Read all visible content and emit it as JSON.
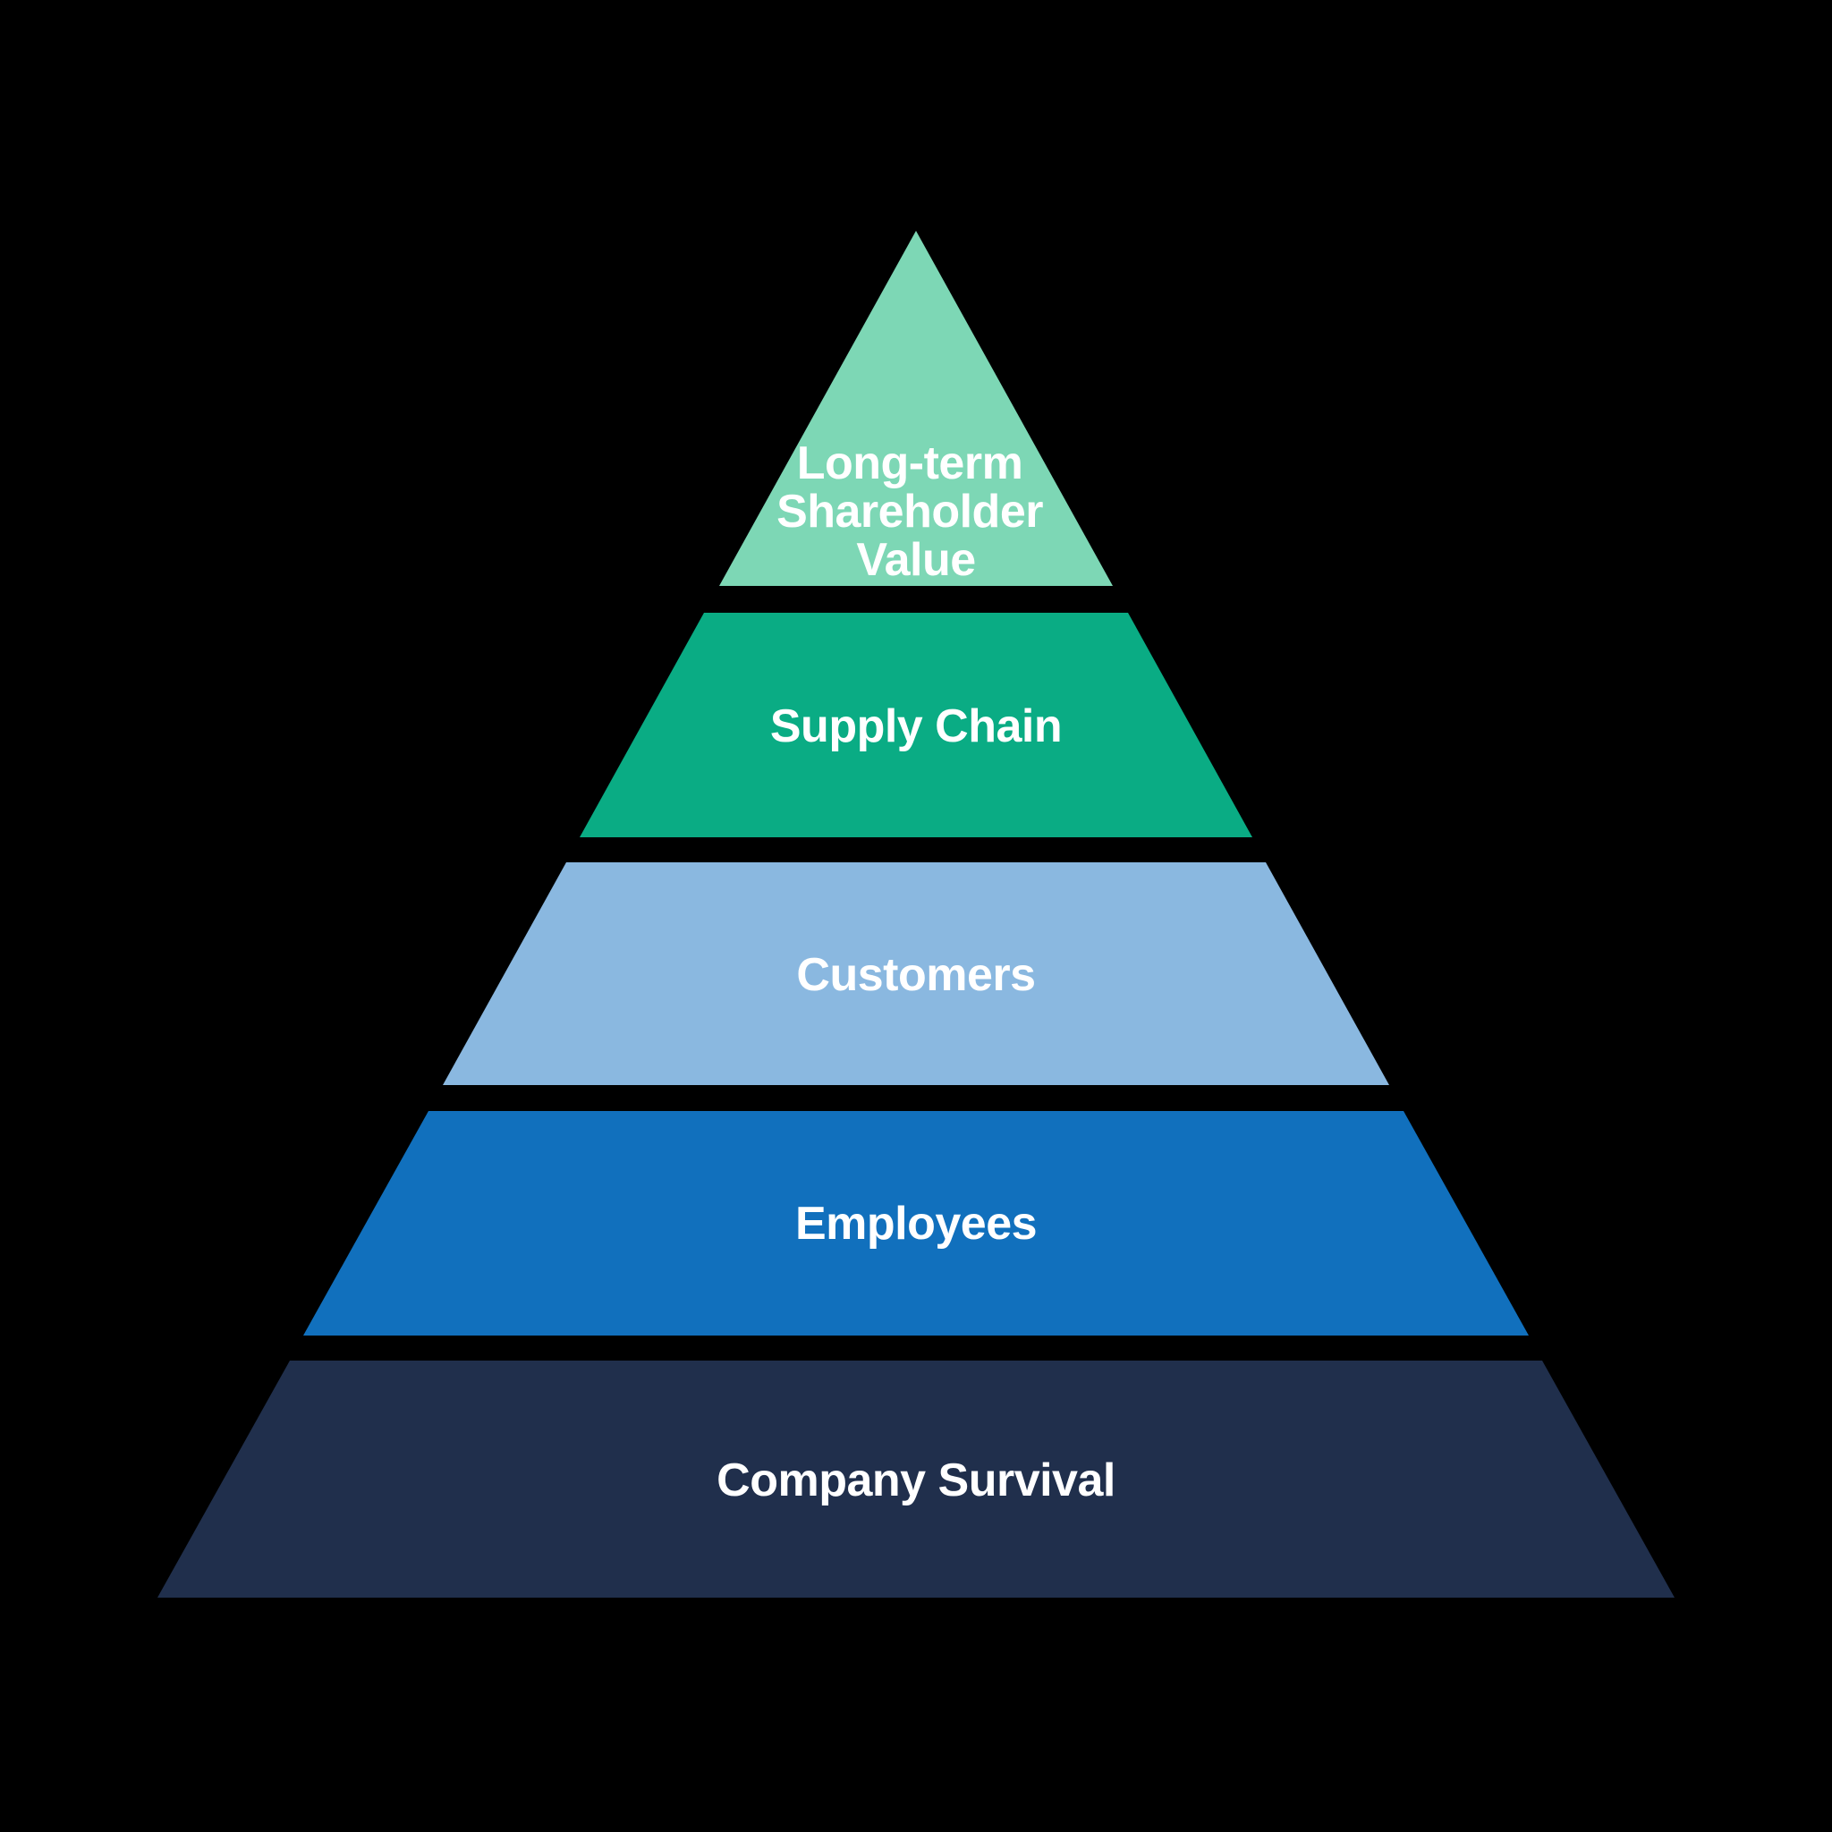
{
  "canvas": {
    "background": "#000000",
    "text_color": "#FFFFFF"
  },
  "pyramid": {
    "type": "pyramid-hierarchy",
    "level_count": 5,
    "levels": [
      {
        "rank": 1,
        "label": "Long-term Shareholder Value",
        "lines": [
          "Long-term",
          "Shareholder",
          "Value"
        ],
        "color": "#7DD7B5"
      },
      {
        "rank": 2,
        "label": "Supply Chain",
        "color": "#0AAC84"
      },
      {
        "rank": 3,
        "label": "Customers",
        "color": "#8AB8E0"
      },
      {
        "rank": 4,
        "label": "Employees",
        "color": "#1170BD"
      },
      {
        "rank": 5,
        "label": "Company Survival",
        "color": "#202F4C"
      }
    ]
  }
}
